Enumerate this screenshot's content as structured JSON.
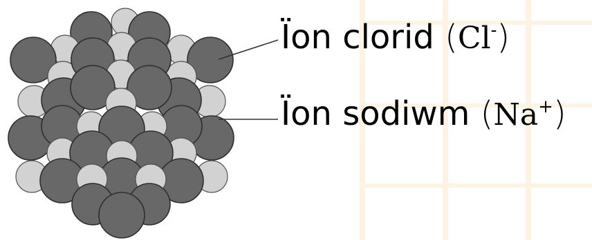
{
  "labels": {
    "chloride": {
      "name": "Ïon clorid",
      "symbol": "Cl",
      "charge": "-"
    },
    "sodium": {
      "name": "Ïon sodiwm",
      "symbol": "Na",
      "charge": "+"
    }
  },
  "colors": {
    "chloride_fill": "#686868",
    "chloride_stroke": "#2e2e2e",
    "sodium_fill": "#d2d2d2",
    "sodium_stroke": "#505050",
    "background": "#ffffff",
    "grid_tint": "#fdf3e2",
    "leader_line": "#333333"
  }
}
